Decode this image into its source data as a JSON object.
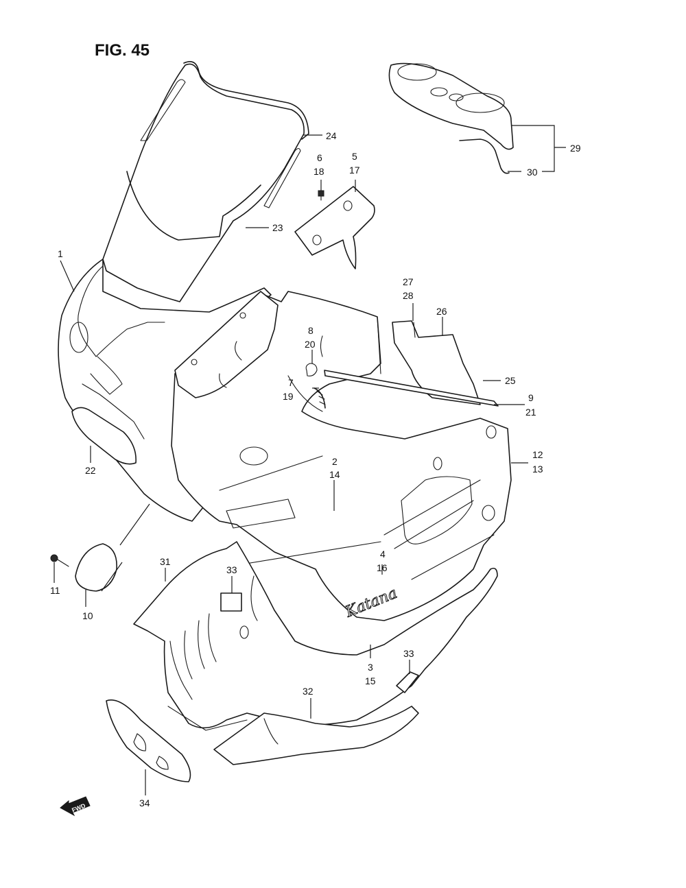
{
  "figure": {
    "title": "FIG. 45"
  },
  "direction": {
    "label": "FWD"
  },
  "decal_logo": {
    "text": "Katana"
  },
  "callouts": {
    "c1": "1",
    "c2": "2",
    "c14": "14",
    "c3": "3",
    "c15": "15",
    "c4": "4",
    "c16": "16",
    "c5": "5",
    "c17": "17",
    "c6": "6",
    "c18": "18",
    "c7": "7",
    "c19": "19",
    "c8": "8",
    "c20": "20",
    "c9": "9",
    "c21": "21",
    "c10": "10",
    "c11": "11",
    "c12": "12",
    "c13": "13",
    "c22": "22",
    "c23": "23",
    "c24": "24",
    "c25": "25",
    "c26": "26",
    "c27": "27",
    "c28": "28",
    "c29": "29",
    "c30": "30",
    "c31": "31",
    "c32": "32",
    "c33a": "33",
    "c33b": "33",
    "c34": "34"
  }
}
